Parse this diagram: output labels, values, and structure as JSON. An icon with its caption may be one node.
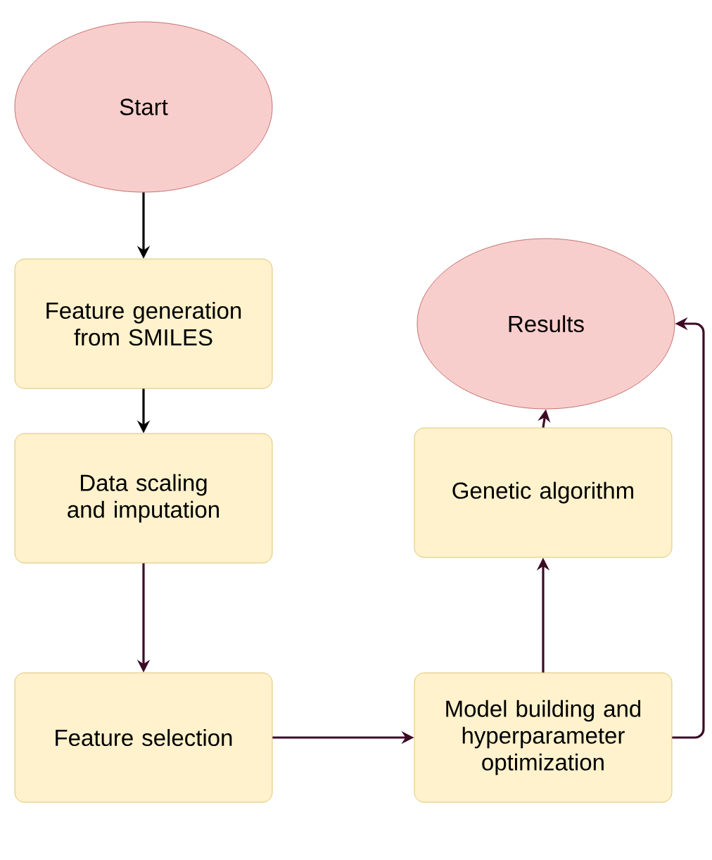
{
  "diagram": {
    "nodes": [
      {
        "text": [
          "Start"
        ]
      },
      {
        "text": [
          "Feature generation from SMILES"
        ]
      },
      {
        "text": [
          "Data scaling and imputation"
        ]
      },
      {
        "text": [
          "Feature selection"
        ]
      },
      {
        "text": [
          "Model building and hyperparameter optimization"
        ]
      },
      {
        "text": [
          "Genetic algorithm"
        ]
      },
      {
        "text": [
          "Results"
        ]
      }
    ],
    "edges": [
      {
        "from": 0,
        "to": 1,
        "arrow": "to",
        "color": "#000000"
      },
      {
        "from": 1,
        "to": 2,
        "arrow": "to",
        "color": "#000000"
      },
      {
        "from": 2,
        "to": 3,
        "arrow": "to"
      },
      {
        "from": 3,
        "to": 4,
        "arrow": "to"
      },
      {
        "from": 4,
        "to": 5,
        "arrow": "to"
      },
      {
        "from": 5,
        "to": 6,
        "arrow": "to"
      },
      {
        "from": 4,
        "to": 6,
        "arrow": "to"
      }
    ]
  }
}
